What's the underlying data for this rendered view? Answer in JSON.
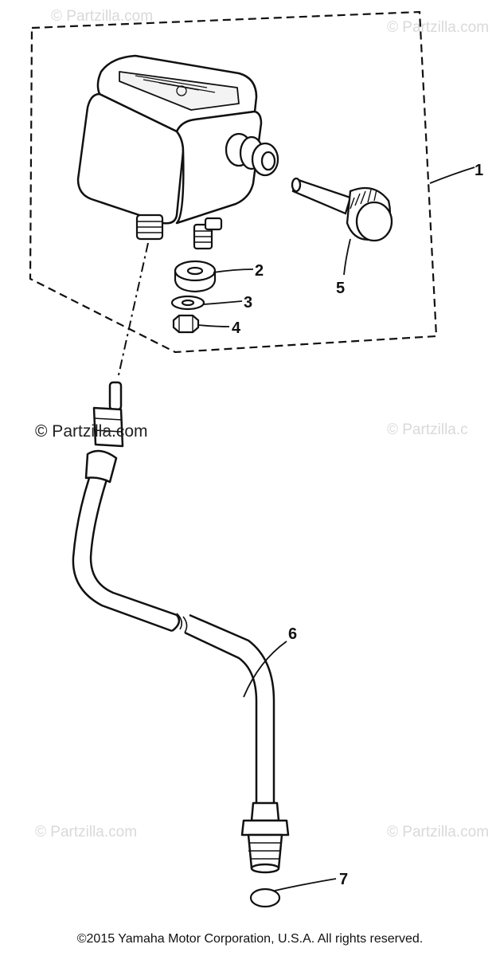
{
  "watermarks": {
    "top_left": "© Partzilla.com",
    "top_right": "© Partzilla.com",
    "mid_left": "© Partzilla.com",
    "mid_right": "© Partzilla.c",
    "bottom_left": "© Partzilla.com",
    "bottom_right": "© Partzilla.com"
  },
  "callouts": {
    "c1": "1",
    "c2": "2",
    "c3": "3",
    "c4": "4",
    "c5": "5",
    "c6": "6",
    "c7": "7"
  },
  "footer": {
    "copyright": "©2015 Yamaha Motor Corporation, U.S.A. All rights reserved."
  }
}
